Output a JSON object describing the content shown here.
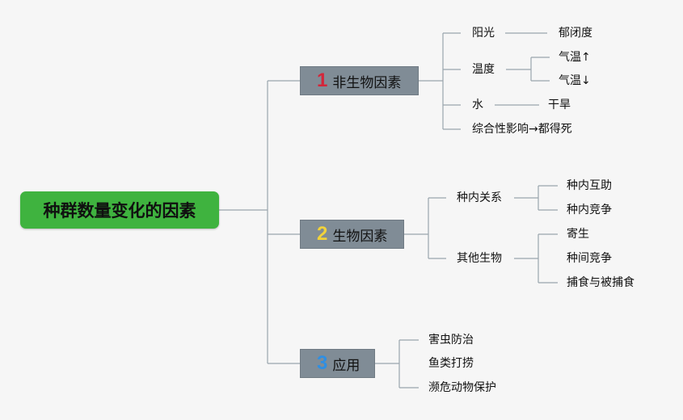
{
  "root": {
    "label": "种群数量变化的因素"
  },
  "branches": [
    {
      "num": "1",
      "num_color": "#d3263a",
      "label": "非生物因素",
      "items": [
        {
          "label": "阳光",
          "children": [
            "郁闭度"
          ]
        },
        {
          "label": "温度",
          "children": [
            "气温↑",
            "气温↓"
          ]
        },
        {
          "label": "水",
          "children": [
            "干旱"
          ]
        },
        {
          "label": "综合性影响→都得死",
          "children": []
        }
      ]
    },
    {
      "num": "2",
      "num_color": "#f1d23a",
      "label": "生物因素",
      "items": [
        {
          "label": "种内关系",
          "children": [
            "种内互助",
            "种内竞争"
          ]
        },
        {
          "label": "其他生物",
          "children": [
            "寄生",
            "种间竞争",
            "捕食与被捕食"
          ]
        }
      ]
    },
    {
      "num": "3",
      "num_color": "#2f8fe3",
      "label": "应用",
      "items": [
        {
          "label": "害虫防治",
          "children": []
        },
        {
          "label": "鱼类打捞",
          "children": []
        },
        {
          "label": "濒危动物保护",
          "children": []
        }
      ]
    }
  ]
}
